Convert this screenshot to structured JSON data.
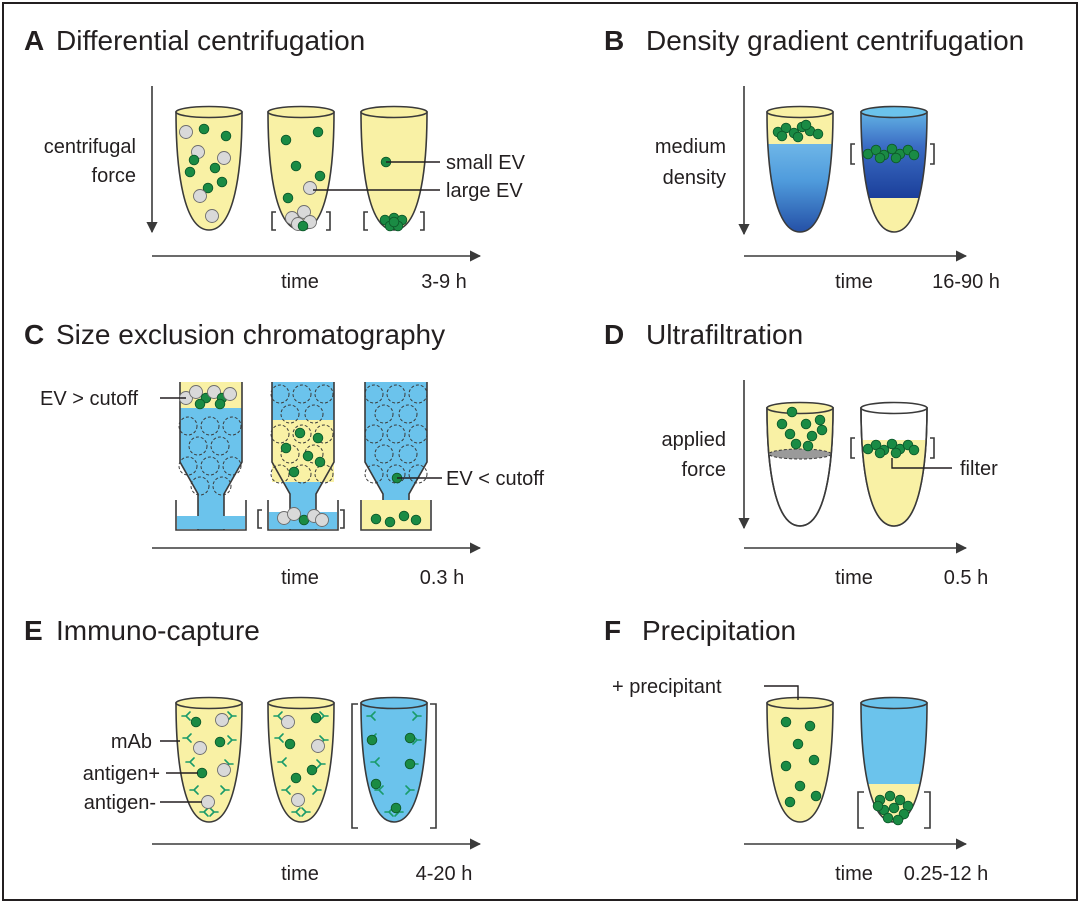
{
  "colors": {
    "yellow": "#f9f1a5",
    "blue": "#6bc3ec",
    "dark_blue": "#1b3f9a",
    "green_ev": "#1a8b44",
    "grey_ev": "#d9d9d9",
    "antibody": "#1a9b6a",
    "filter_grey": "#9a9a9a"
  },
  "panels": {
    "A": {
      "letter": "A",
      "title": "Differential centrifugation",
      "ylabel": [
        "centrifugal",
        "force"
      ],
      "xlabel": "time",
      "duration": "3-9 h",
      "labels": {
        "small": "small EV",
        "large": "large EV"
      }
    },
    "B": {
      "letter": "B",
      "title": "Density gradient centrifugation",
      "ylabel": [
        "medium",
        "density"
      ],
      "xlabel": "time",
      "duration": "16-90 h"
    },
    "C": {
      "letter": "C",
      "title": "Size exclusion chromatography",
      "xlabel": "time",
      "duration": "0.3 h",
      "labels": {
        "above": "EV > cutoff",
        "below": "EV < cutoff"
      }
    },
    "D": {
      "letter": "D",
      "title": "Ultrafiltration",
      "ylabel": [
        "applied",
        "force"
      ],
      "xlabel": "time",
      "duration": "0.5 h",
      "labels": {
        "filter": "filter"
      }
    },
    "E": {
      "letter": "E",
      "title": "Immuno-capture",
      "xlabel": "time",
      "duration": "4-20 h",
      "labels": {
        "mab": "mAb",
        "pos": "antigen+",
        "neg": "antigen-"
      }
    },
    "F": {
      "letter": "F",
      "title": "Precipitation",
      "xlabel": "time",
      "duration": "0.25-12 h",
      "labels": {
        "precipitant": "+ precipitant"
      }
    }
  }
}
